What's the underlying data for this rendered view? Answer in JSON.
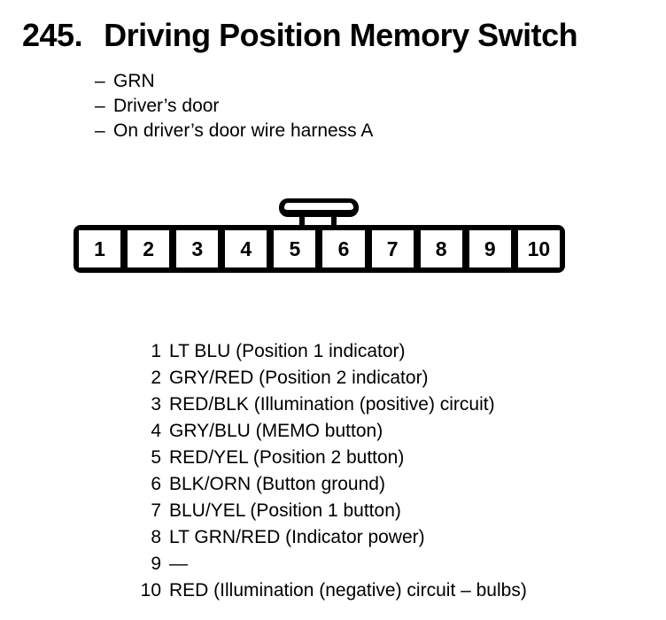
{
  "header": {
    "figure_number": "245.",
    "title": "Driving Position Memory Switch",
    "note_bullet": "–",
    "notes": [
      "GRN",
      "Driver’s door",
      "On driver’s door wire harness A"
    ]
  },
  "connector": {
    "description": "10-pin connector, front view, latch tab on top",
    "pins": [
      "1",
      "2",
      "3",
      "4",
      "5",
      "6",
      "7",
      "8",
      "9",
      "10"
    ]
  },
  "pin_list": {
    "rows": [
      {
        "pin": "1",
        "desc": "LT BLU (Position 1 indicator)"
      },
      {
        "pin": "2",
        "desc": "GRY/RED (Position 2 indicator)"
      },
      {
        "pin": "3",
        "desc": "RED/BLK (Illumination (positive) circuit)"
      },
      {
        "pin": "4",
        "desc": "GRY/BLU (MEMO button)"
      },
      {
        "pin": "5",
        "desc": "RED/YEL (Position 2 button)"
      },
      {
        "pin": "6",
        "desc": "BLK/ORN (Button ground)"
      },
      {
        "pin": "7",
        "desc": "BLU/YEL (Position 1 button)"
      },
      {
        "pin": "8",
        "desc": "LT GRN/RED (Indicator power)"
      },
      {
        "pin": "9",
        "desc": "—"
      },
      {
        "pin": "10",
        "desc": "RED (Illumination (negative) circuit – bulbs)"
      }
    ]
  },
  "colors": {
    "ink": "#000000",
    "paper": "#ffffff"
  }
}
